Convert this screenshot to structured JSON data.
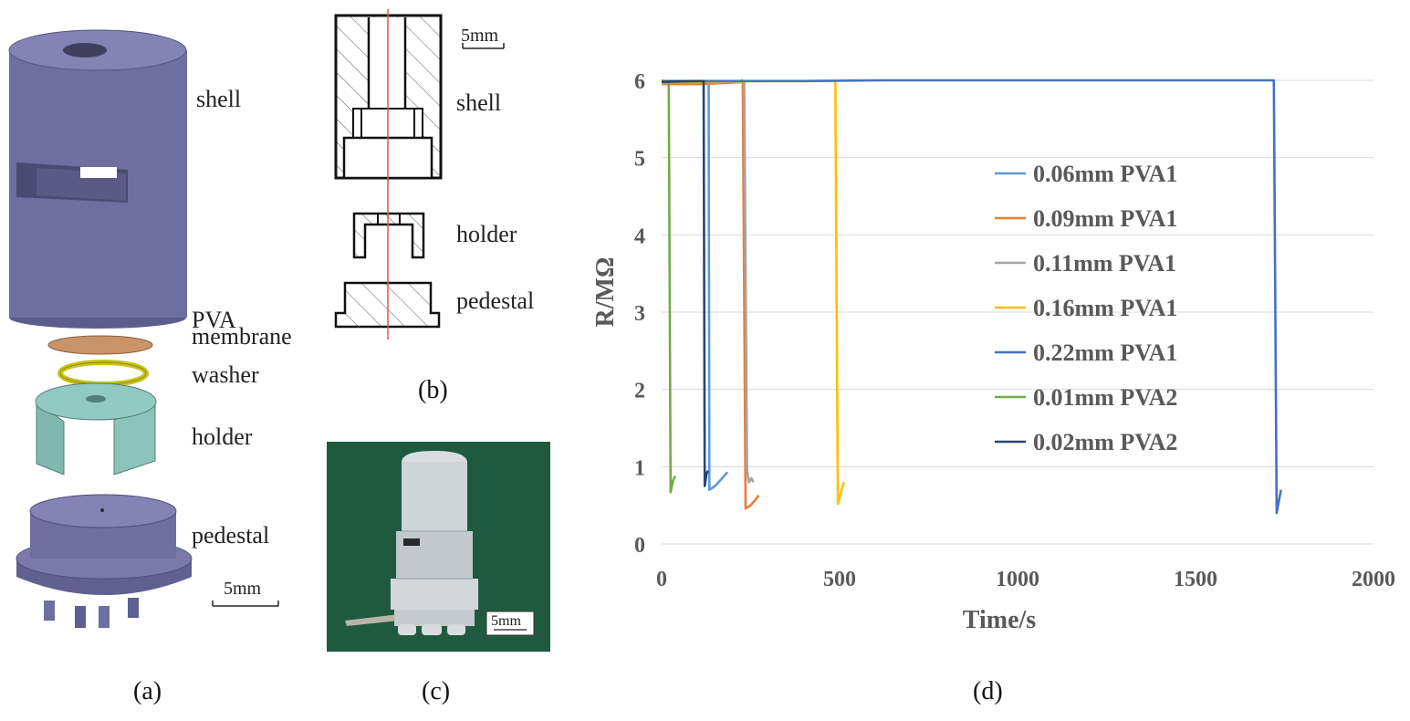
{
  "panel_a": {
    "labels": {
      "shell": "shell",
      "pva": "PVA",
      "membrane": "membrane",
      "washer": "washer",
      "holder": "holder",
      "pedestal": "pedestal",
      "scale": "5mm"
    },
    "caption": "(a)",
    "colors": {
      "shell": "#6e6ea0",
      "membrane": "#c9946a",
      "washer": "#d4d21a",
      "holder": "#80b8b0",
      "pedestal": "#6e6ea0"
    }
  },
  "panel_b": {
    "labels": {
      "scale": "5mm",
      "shell": "shell",
      "holder": "holder",
      "pedestal": "pedestal"
    },
    "caption": "(b)"
  },
  "panel_c": {
    "scale": "5mm",
    "caption": "(c)",
    "colors": {
      "background": "#1f5a40"
    }
  },
  "panel_d": {
    "caption": "(d)"
  },
  "chart_data": {
    "type": "line",
    "xlabel": "Time/s",
    "ylabel": "R/MΩ",
    "xlim": [
      0,
      2000
    ],
    "ylim": [
      0,
      6
    ],
    "xticks": [
      0,
      500,
      1000,
      1500,
      2000
    ],
    "yticks": [
      0,
      1,
      2,
      3,
      4,
      5,
      6
    ],
    "grid": "horizontal",
    "legend_position": "center-right",
    "series": [
      {
        "name": "0.06mm PVA1",
        "color": "#5b9bd5",
        "points": [
          [
            0,
            5.97
          ],
          [
            100,
            5.98
          ],
          [
            132,
            5.99
          ],
          [
            134,
            0.7
          ],
          [
            150,
            0.75
          ],
          [
            170,
            0.85
          ],
          [
            185,
            0.93
          ]
        ]
      },
      {
        "name": "0.09mm PVA1",
        "color": "#ed7d31",
        "points": [
          [
            0,
            5.95
          ],
          [
            100,
            5.95
          ],
          [
            150,
            5.96
          ],
          [
            200,
            5.97
          ],
          [
            228,
            5.98
          ],
          [
            236,
            0.46
          ],
          [
            250,
            0.5
          ],
          [
            265,
            0.58
          ],
          [
            272,
            0.63
          ]
        ]
      },
      {
        "name": "0.11mm PVA1",
        "color": "#a5a5a5",
        "points": [
          [
            0,
            5.97
          ],
          [
            200,
            5.98
          ],
          [
            220,
            5.97
          ],
          [
            225,
            6.0
          ],
          [
            232,
            5.97
          ],
          [
            240,
            0.95
          ],
          [
            245,
            0.8
          ],
          [
            252,
            0.85
          ],
          [
            258,
            0.8
          ]
        ]
      },
      {
        "name": "0.16mm PVA1",
        "color": "#ffc000",
        "points": [
          [
            0,
            5.98
          ],
          [
            300,
            5.99
          ],
          [
            488,
            5.99
          ],
          [
            495,
            0.52
          ],
          [
            505,
            0.68
          ],
          [
            512,
            0.8
          ]
        ]
      },
      {
        "name": "0.22mm PVA1",
        "color": "#4472c4",
        "points": [
          [
            0,
            5.99
          ],
          [
            400,
            5.99
          ],
          [
            620,
            6.0
          ],
          [
            1300,
            6.0
          ],
          [
            1720,
            6.0
          ],
          [
            1728,
            0.4
          ],
          [
            1740,
            0.7
          ]
        ]
      },
      {
        "name": "0.01mm PVA2",
        "color": "#70ad47",
        "points": [
          [
            0,
            6.0
          ],
          [
            20,
            5.98
          ],
          [
            25,
            0.67
          ],
          [
            32,
            0.82
          ],
          [
            38,
            0.88
          ]
        ]
      },
      {
        "name": "0.02mm PVA2",
        "color": "#264478",
        "points": [
          [
            0,
            5.98
          ],
          [
            100,
            5.99
          ],
          [
            118,
            5.99
          ],
          [
            121,
            0.75
          ],
          [
            126,
            0.9
          ],
          [
            130,
            0.95
          ]
        ]
      }
    ]
  }
}
